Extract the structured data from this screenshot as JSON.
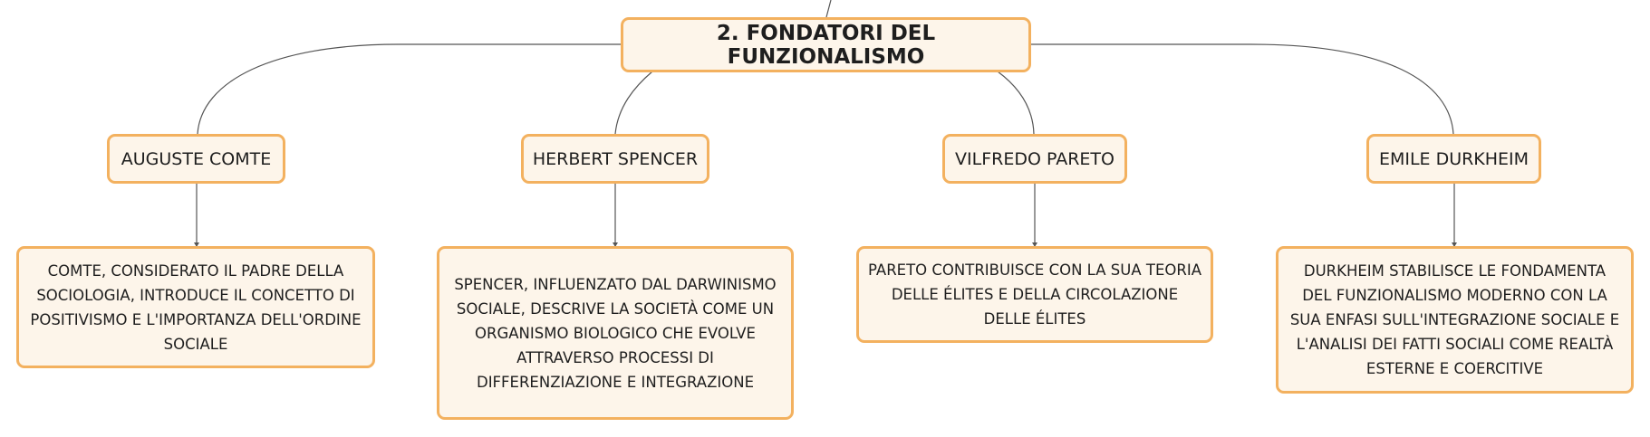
{
  "root": {
    "label": "2. FONDATORI DEL FUNZIONALISMO"
  },
  "founders": [
    {
      "name": "AUGUSTE COMTE",
      "description": "COMTE, CONSIDERATO IL PADRE DELLA SOCIOLOGIA, INTRODUCE IL CONCETTO DI POSITIVISMO E L'IMPORTANZA DELL'ORDINE SOCIALE"
    },
    {
      "name": "HERBERT SPENCER",
      "description": "SPENCER, INFLUENZATO DAL DARWINISMO SOCIALE, DESCRIVE LA SOCIETÀ COME UN ORGANISMO BIOLOGICO CHE EVOLVE ATTRAVERSO PROCESSI DI DIFFERENZIAZIONE E INTEGRAZIONE"
    },
    {
      "name": "VILFREDO PARETO",
      "description": "PARETO CONTRIBUISCE CON LA SUA TEORIA DELLE ÉLITES E DELLA CIRCOLAZIONE DELLE ÉLITES"
    },
    {
      "name": "EMILE DURKHEIM",
      "description": "DURKHEIM STABILISCE LE FONDAMENTA DEL FUNZIONALISMO MODERNO CON LA SUA ENFASI SULL'INTEGRAZIONE SOCIALE E L'ANALISI DEI FATTI SOCIALI COME REALTÀ ESTERNE E COERCITIVE"
    }
  ],
  "colors": {
    "node_border": "#f3b15f",
    "node_fill": "#fdf5ea",
    "connector": "#555555",
    "text": "#1e1e1e"
  }
}
